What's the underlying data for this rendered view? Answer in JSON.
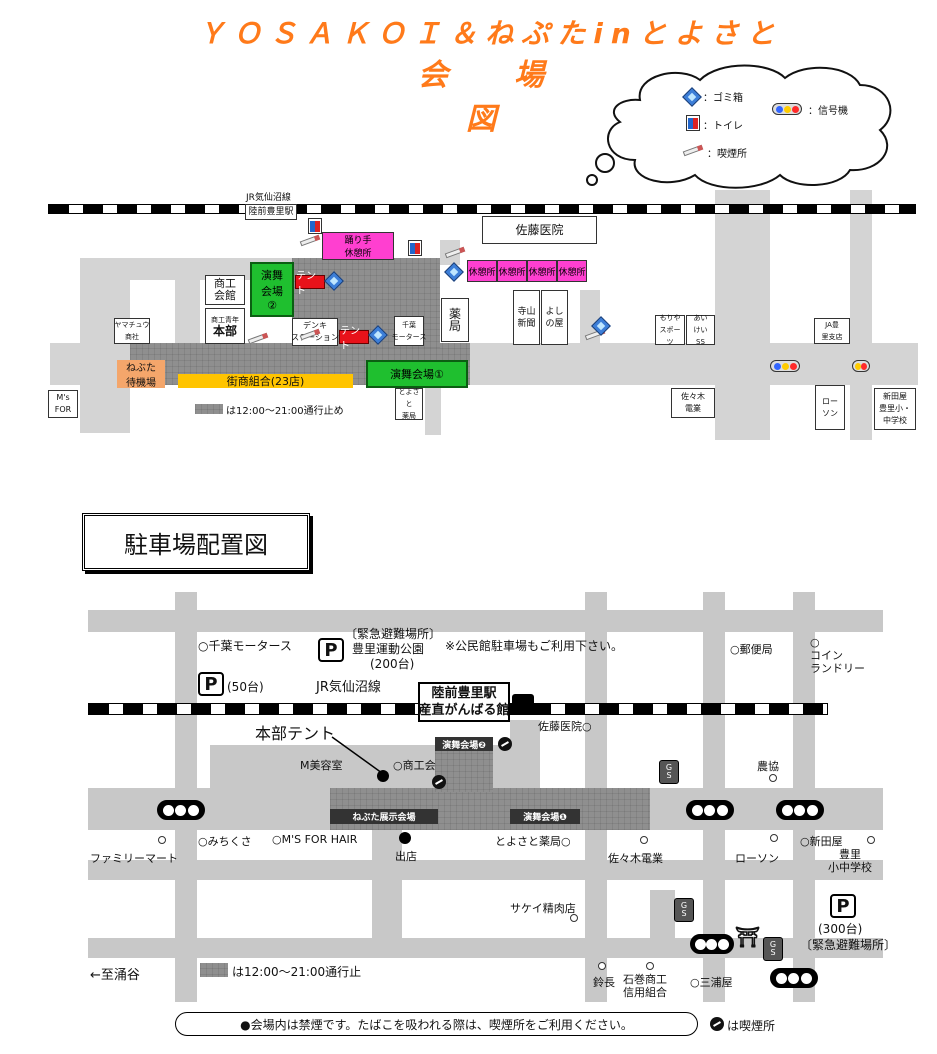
{
  "title": {
    "line1": "ＹＯＳＡＫＯＩ＆ねぷたinとよさと",
    "line2": "会　場　図"
  },
  "legend": {
    "trash": "：ゴミ箱",
    "toilet": "：トイレ",
    "smoking": "：喫煙所",
    "signal": "：信号機"
  },
  "top_map": {
    "rail_label": "JR気仙沼線",
    "station": "陸前豊里駅",
    "hospital": "佐藤医院",
    "dancer_rest": "踊り手\n休憩所",
    "rest": "休憩所",
    "shokokai": "商工\n会館",
    "stage2": "演舞\n会場\n②",
    "tent": "テント",
    "honbu_small": "商工青年",
    "honbu": "本部",
    "denki": "デンキ\nステーション",
    "chiba": "千葉\nモータース",
    "yakkyoku": "薬\n局",
    "terayama": "寺山\n新聞",
    "yoshinoya": "よし\nの屋",
    "moriya": "もりや\nスポー\nツ",
    "aiike": "あい\nけい\nSS",
    "ja": "JA豊\n里支店",
    "yamachu": "ヤマチュウ\n商社",
    "nebuta_wait": "ねぶた\n待機場",
    "shotengai": "街商組合(23店)",
    "stage1": "演舞会場①",
    "ms_for": "M's\nFOR",
    "closed_note": "は12:00～21:00通行止め",
    "toyosato_yk": "とよさ\nと\n薬局",
    "sasaki": "佐々木\n電業",
    "lawson": "ロー\nソン",
    "shinden": "新田屋",
    "school": "豊里小・\n中学校"
  },
  "parking_map": {
    "heading": "駐車場配置図",
    "chiba": "○千葉モータース",
    "park_evac_label": "〔緊急避難場所〕",
    "park_main": "豊里運動公園",
    "park_main_count": "(200台)",
    "kominkan": "※公民館駐車場もご利用下さい。",
    "post": "○郵便局",
    "coin": "○\nコイン\nランドリー",
    "park50": "(50台)",
    "rail_label": "JR気仙沼線",
    "station": "陸前豊里駅\n産直がんばる館",
    "honbu_tent": "本部テント",
    "sato_hosp": "佐藤医院○",
    "stage2": "演舞会場❷",
    "m_biyo": "M美容室",
    "shokokai": "○商工会",
    "nokyo": "農協",
    "nebuta_hall": "ねぶた展示会場",
    "stage1": "演舞会場❶",
    "michikusa": "○みちくさ",
    "ms_hair": "○M'S FOR HAIR",
    "famima": "ファミリーマート",
    "shutten": "出店",
    "toyosato_yk": "とよさと薬局○",
    "sasaki": "佐々木電業",
    "lawson": "ローソン",
    "shinden": "○新田屋",
    "school": "豊里\n小中学校",
    "sakei": "サケイ精肉店",
    "park300": "(300台)",
    "park_evac2": "〔緊急避難場所〕",
    "to_wakuya": "←至涌谷",
    "closed_note": "は12:00～21:00通行止",
    "suzucho": "鈴長",
    "ishinomaki": "石巻商工\n信用組合",
    "miuraya": "○三浦屋",
    "notice": "●会場内は禁煙です。たばこを吸われる際は、喫煙所をご利用ください。",
    "smoke_note": "は喫煙所",
    "gs": "G\nS",
    "p": "P"
  }
}
